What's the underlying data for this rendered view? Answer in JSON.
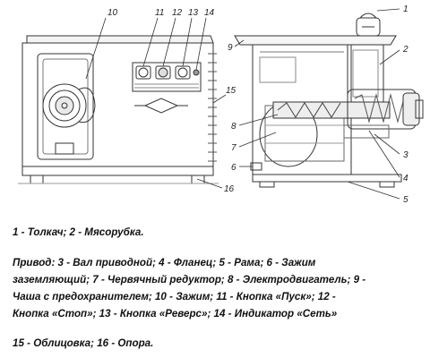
{
  "callouts": {
    "n1": "1",
    "n2": "2",
    "n3": "3",
    "n4": "4",
    "n5": "5",
    "n6": "6",
    "n7": "7",
    "n8": "8",
    "n9": "9",
    "n10": "10",
    "n11": "11",
    "n12": "12",
    "n13": "13",
    "n14": "14",
    "n15": "15",
    "n16": "16"
  },
  "legend": {
    "line1": "1 - Толкач; 2 - Мясорубка.",
    "line2": "Привод: 3 - Вал приводной; 4 - Фланец; 5 - Рама;  6 - Зажим",
    "line3": "заземляющий; 7 - Червячный редуктор; 8 - Электродвигатель;   9 -",
    "line4": "Чаша с предохранителем; 10 - Зажим; 11 - Кнопка «Пуск»;    12  -",
    "line5": "Кнопка «Стоп»; 13 -  Кнопка «Реверс»; 14 - Индикатор «Сеть»",
    "line6": "15 - Облицовка; 16 - Опора."
  }
}
